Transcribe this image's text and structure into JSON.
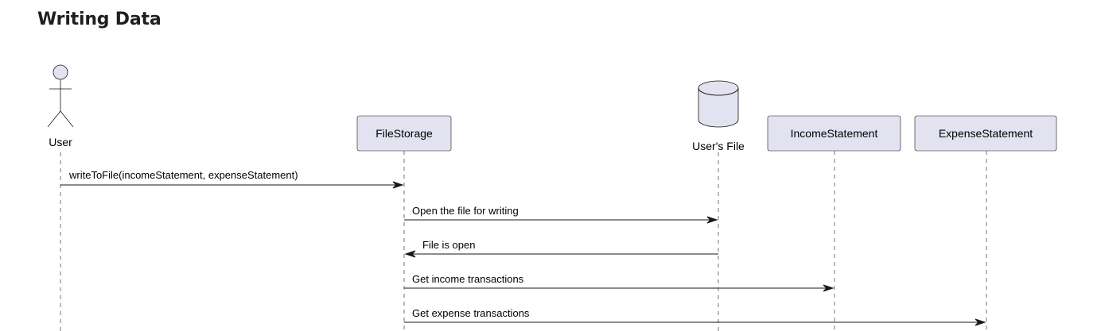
{
  "title": "Writing Data",
  "participants": {
    "user": "User",
    "file_storage": "FileStorage",
    "users_file": "User's File",
    "income_statement": "IncomeStatement",
    "expense_statement": "ExpenseStatement"
  },
  "messages": [
    {
      "from": "User",
      "to": "FileStorage",
      "label": "writeToFile(incomeStatement, expenseStatement)",
      "kind": "call"
    },
    {
      "from": "FileStorage",
      "to": "User's File",
      "label": "Open the file for writing",
      "kind": "call"
    },
    {
      "from": "User's File",
      "to": "FileStorage",
      "label": "File is open",
      "kind": "return"
    },
    {
      "from": "FileStorage",
      "to": "IncomeStatement",
      "label": "Get income transactions",
      "kind": "call"
    },
    {
      "from": "FileStorage",
      "to": "ExpenseStatement",
      "label": "Get expense transactions",
      "kind": "call"
    }
  ],
  "colors": {
    "participant_fill": "#E2E2F0",
    "line": "#181818"
  }
}
